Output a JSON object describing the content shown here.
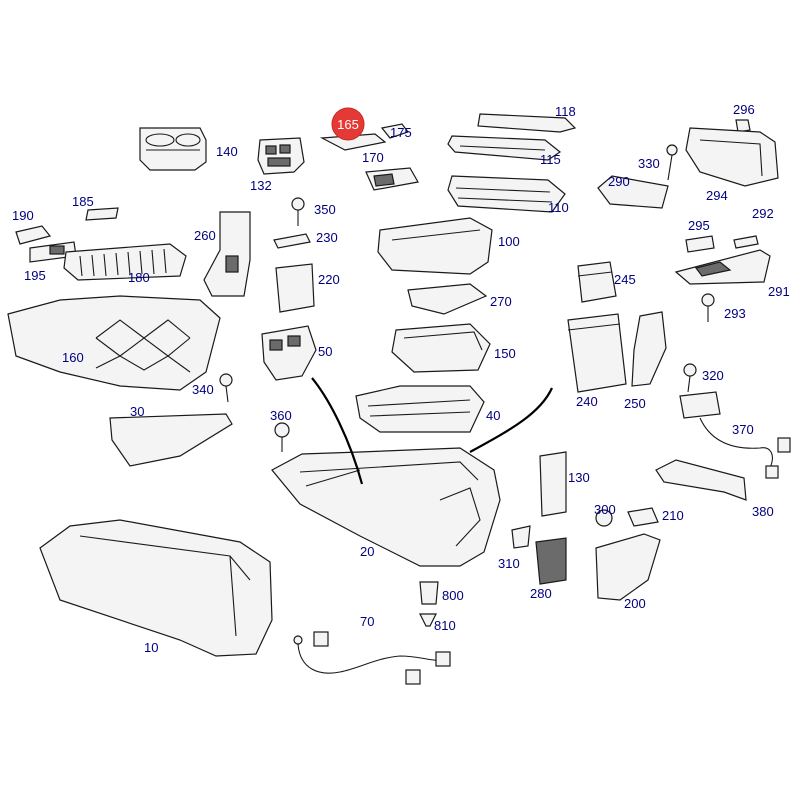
{
  "colors": {
    "label": "#00007f",
    "highlight": "#e53935"
  },
  "highlighted_part": "165",
  "labels": {
    "p165": "165",
    "p175": "175",
    "p118": "118",
    "p296": "296",
    "p140": "140",
    "p170": "170",
    "p115": "115",
    "p330": "330",
    "p132": "132",
    "p290": "290",
    "p294": "294",
    "p110": "110",
    "p185": "185",
    "p190": "190",
    "p350": "350",
    "p295": "295",
    "p292": "292",
    "p260": "260",
    "p230": "230",
    "p100": "100",
    "p195": "195",
    "p180": "180",
    "p220": "220",
    "p245": "245",
    "p291": "291",
    "p270": "270",
    "p293": "293",
    "p160": "160",
    "p50": "50",
    "p150": "150",
    "p340": "340",
    "p320": "320",
    "p240": "240",
    "p250": "250",
    "p30": "30",
    "p360": "360",
    "p40": "40",
    "p370": "370",
    "p130": "130",
    "p380": "380",
    "p300": "300",
    "p210": "210",
    "p20": "20",
    "p310": "310",
    "p280": "280",
    "p200": "200",
    "p800": "800",
    "p810": "810",
    "p70": "70",
    "p10": "10"
  }
}
